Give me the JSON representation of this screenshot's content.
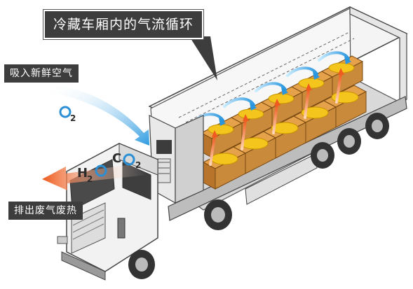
{
  "title": "冷藏车厢内的气流循环",
  "labels": {
    "intake": "吸入新鲜空气",
    "exhaust": "排出废气废热"
  },
  "molecules": {
    "oxygen": {
      "letter": "O",
      "sub": "2"
    },
    "water": {
      "letter": "H",
      "sub": "2",
      "letter2": "O"
    },
    "co2": {
      "letter": "C",
      "letter2": "O",
      "sub": "2"
    }
  },
  "colors": {
    "callout_bg": "#3d3d3d",
    "cold_air": "#3ea8e8",
    "warm_air": "#f06a2c",
    "banana": "#f4c51c",
    "crate": "#c98a3b",
    "trailer_floor": "#d9d9d9"
  }
}
